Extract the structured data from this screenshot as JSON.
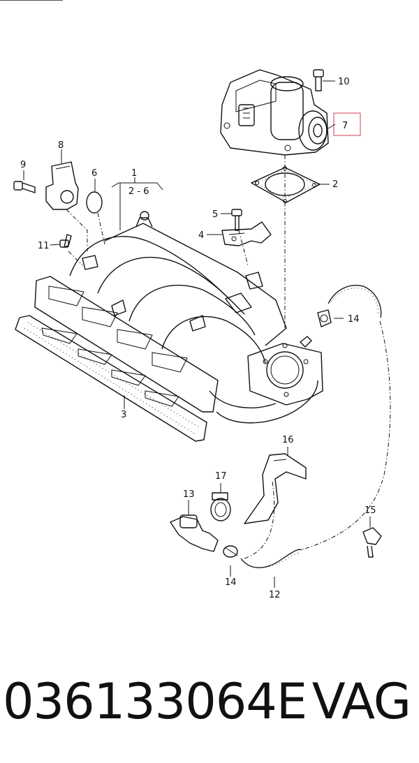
{
  "callouts": {
    "c1": "1",
    "c2_6": "2 - 6",
    "c2": "2",
    "c3": "3",
    "c4": "4",
    "c5": "5",
    "c6": "6",
    "c7": "7",
    "c8": "8",
    "c9": "9",
    "c10": "10",
    "c11": "11",
    "c12": "12",
    "c13": "13",
    "c14a": "14",
    "c14b": "14",
    "c15": "15",
    "c16": "16",
    "c17": "17"
  },
  "highlight": {
    "color": "#e06a78",
    "part": "7"
  },
  "footer": {
    "part_number": "036133064E",
    "brand": "VAG"
  }
}
